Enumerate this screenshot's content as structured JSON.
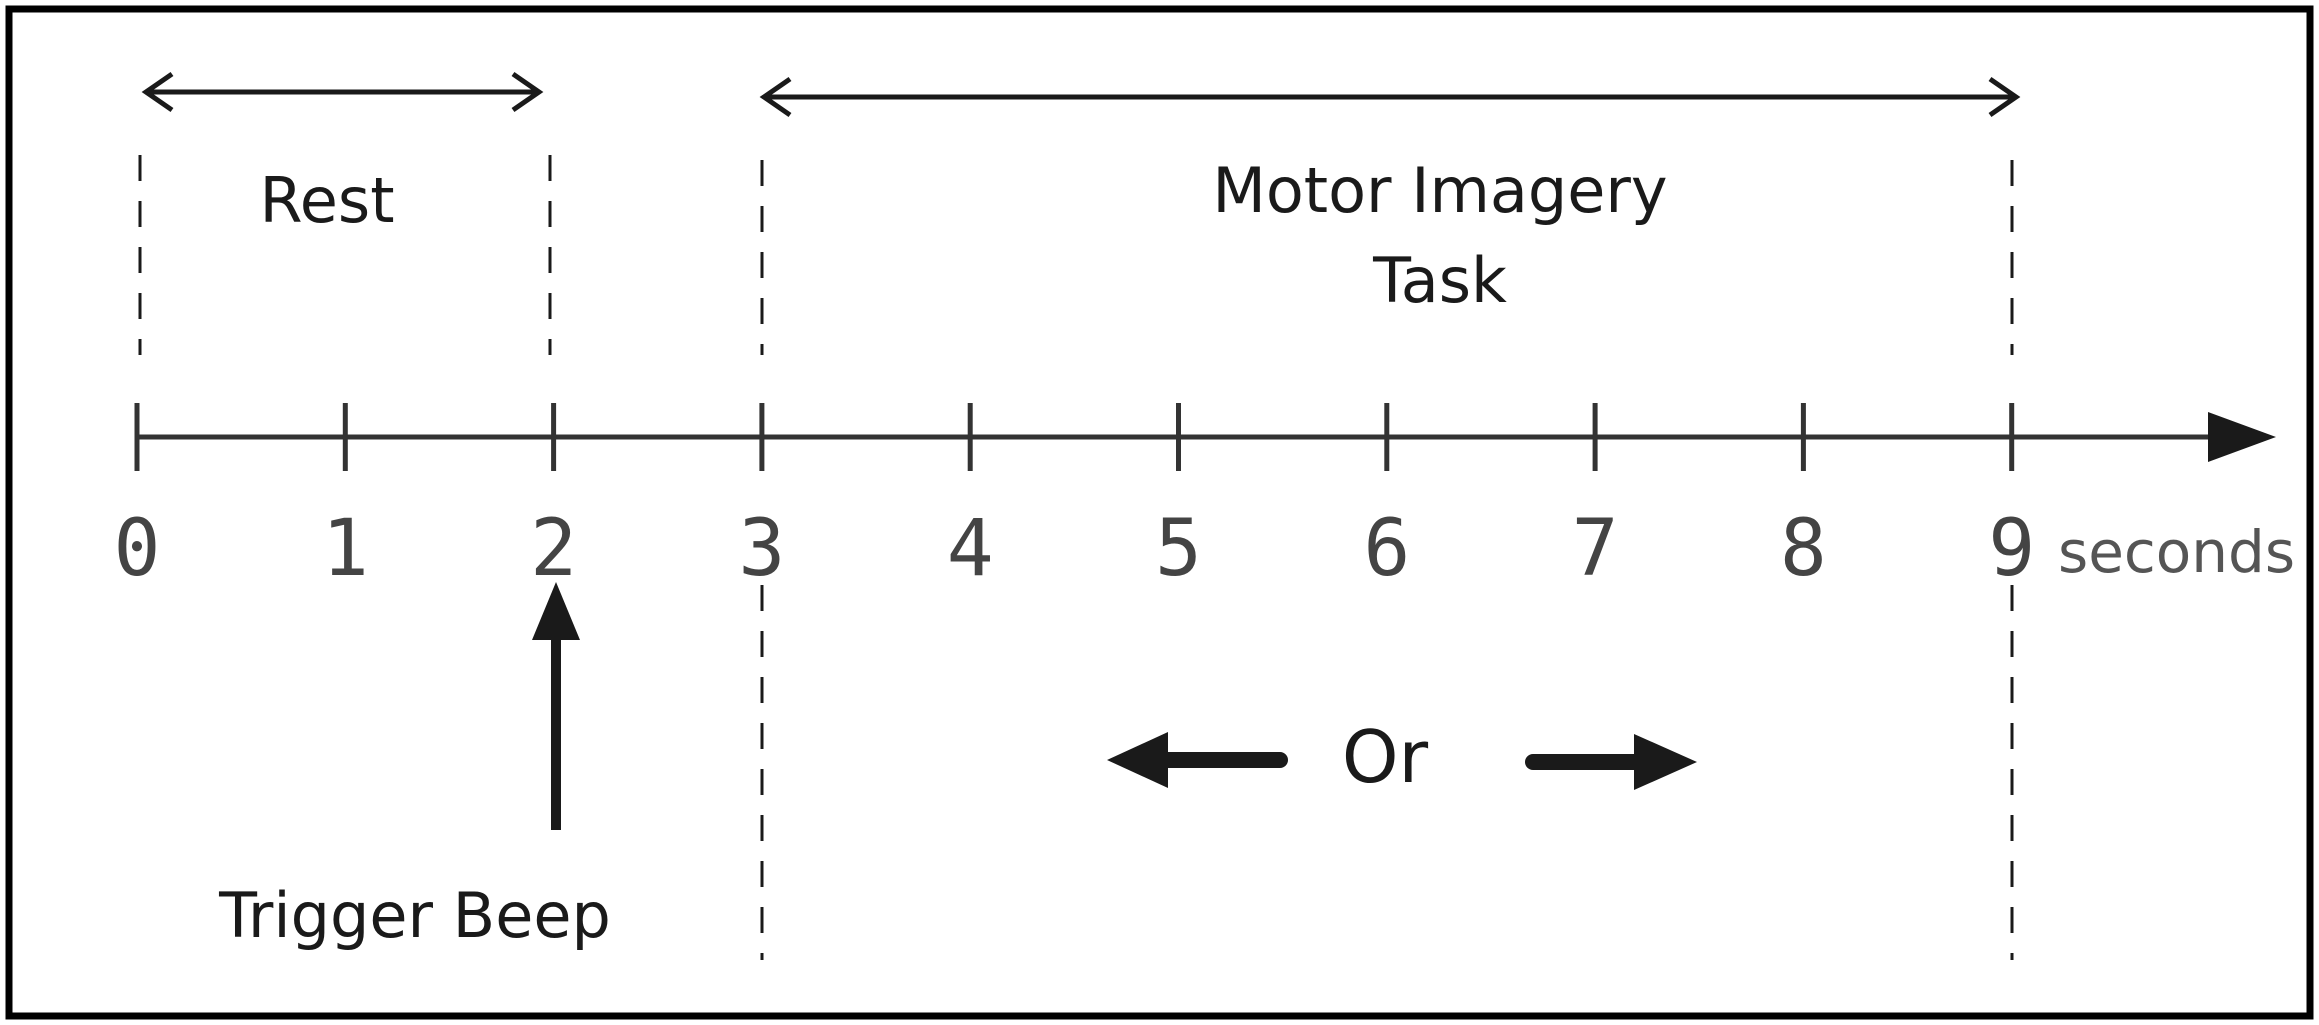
{
  "labels": {
    "rest": "Rest",
    "motor_line1": "Motor Imagery",
    "motor_line2": "Task",
    "trigger": "Trigger Beep",
    "or": "Or",
    "unit": "seconds"
  },
  "axis": {
    "ticks": [
      "0",
      "1",
      "2",
      "3",
      "4",
      "5",
      "6",
      "7",
      "8",
      "9"
    ]
  },
  "colors": {
    "ink": "#1a1a1a",
    "axis": "#333333",
    "tick_text": "#444444",
    "border": "#000000"
  }
}
